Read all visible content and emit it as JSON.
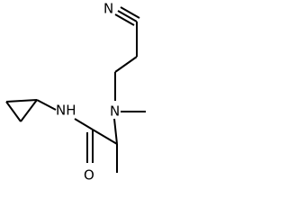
{
  "molecule": {
    "atoms": {
      "nitrile_nitrogen": "N",
      "amine_nitrogen": "N",
      "amide_nh": "NH",
      "carbonyl_oxygen": "O"
    },
    "line_color": "#000000",
    "background": "#ffffff"
  }
}
